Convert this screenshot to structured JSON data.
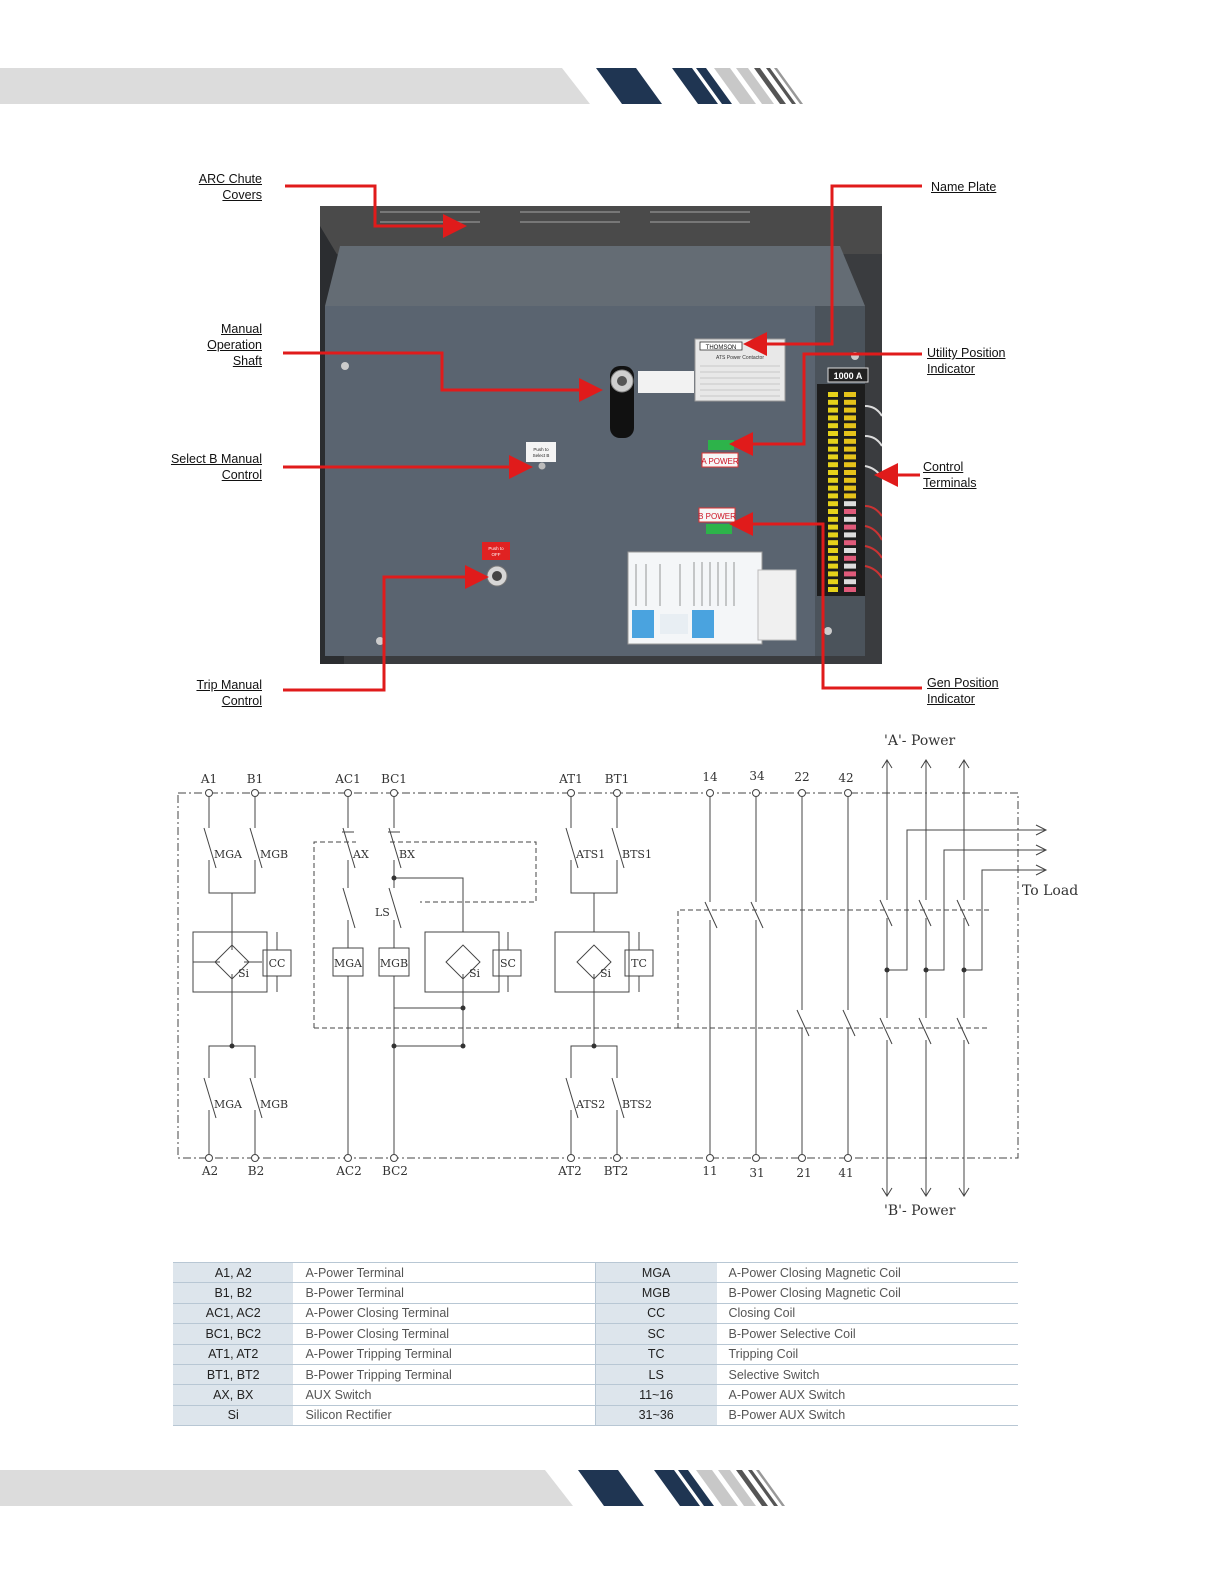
{
  "callouts": {
    "arc_chute": [
      "ARC Chute",
      "Covers"
    ],
    "manual_shaft": [
      "Manual",
      "Operation",
      "Shaft"
    ],
    "select_b": [
      "Select B Manual",
      "Control"
    ],
    "trip_manual": [
      "Trip Manual",
      "Control"
    ],
    "name_plate": [
      "Name Plate"
    ],
    "utility_position": [
      "Utility Position",
      "Indicator"
    ],
    "control_terminals": [
      "Control",
      "Terminals"
    ],
    "gen_position": [
      "Gen Position",
      "Indicator"
    ]
  },
  "photo_labels": {
    "brand": "THOMSON",
    "product": "ATS Power Contactor",
    "rating": "1000 A",
    "a_power": "A POWER",
    "b_power": "B POWER",
    "push_to_off": [
      "Push to",
      "OFF"
    ],
    "push_to_select": [
      "Push to",
      "Select B"
    ]
  },
  "schematic": {
    "top_terminals": [
      "A1",
      "B1",
      "AC1",
      "BC1",
      "AT1",
      "BT1",
      "14",
      "34",
      "22",
      "42"
    ],
    "bottom_terminals": [
      "A2",
      "B2",
      "AC2",
      "BC2",
      "AT2",
      "BT2",
      "11",
      "31",
      "21",
      "41"
    ],
    "a_power": "'A'- Power",
    "b_power": "'B'- Power",
    "to_load": "To Load",
    "contacts": [
      "MGA",
      "MGB",
      "AX",
      "BX",
      "LS",
      "ATS1",
      "BTS1",
      "ATS2",
      "BTS2"
    ],
    "components": [
      "CC",
      "MGA",
      "MGB",
      "SC",
      "TC",
      "Si"
    ]
  },
  "legend": [
    {
      "code": "A1, A2",
      "desc": "A-Power Terminal",
      "code2": "MGA",
      "desc2": "A-Power Closing Magnetic Coil"
    },
    {
      "code": "B1, B2",
      "desc": "B-Power Terminal",
      "code2": "MGB",
      "desc2": "B-Power Closing Magnetic Coil"
    },
    {
      "code": "AC1, AC2",
      "desc": "A-Power Closing Terminal",
      "code2": "CC",
      "desc2": "Closing Coil"
    },
    {
      "code": "BC1, BC2",
      "desc": "B-Power Closing Terminal",
      "code2": "SC",
      "desc2": "B-Power Selective Coil"
    },
    {
      "code": "AT1, AT2",
      "desc": "A-Power Tripping Terminal",
      "code2": "TC",
      "desc2": "Tripping Coil"
    },
    {
      "code": "BT1, BT2",
      "desc": "B-Power Tripping Terminal",
      "code2": "LS",
      "desc2": "Selective Switch"
    },
    {
      "code": "AX, BX",
      "desc": "AUX Switch",
      "code2": "11~16",
      "desc2": "A-Power AUX Switch"
    },
    {
      "code": "Si",
      "desc": "Silicon Rectifier",
      "code2": "31~36",
      "desc2": "B-Power AUX Switch"
    }
  ],
  "colors": {
    "banner_gray": "#dcdcdc",
    "stripe_navy": "#1f3552",
    "callout_red": "#e01b1b",
    "panel_gray": "#5a6470"
  }
}
